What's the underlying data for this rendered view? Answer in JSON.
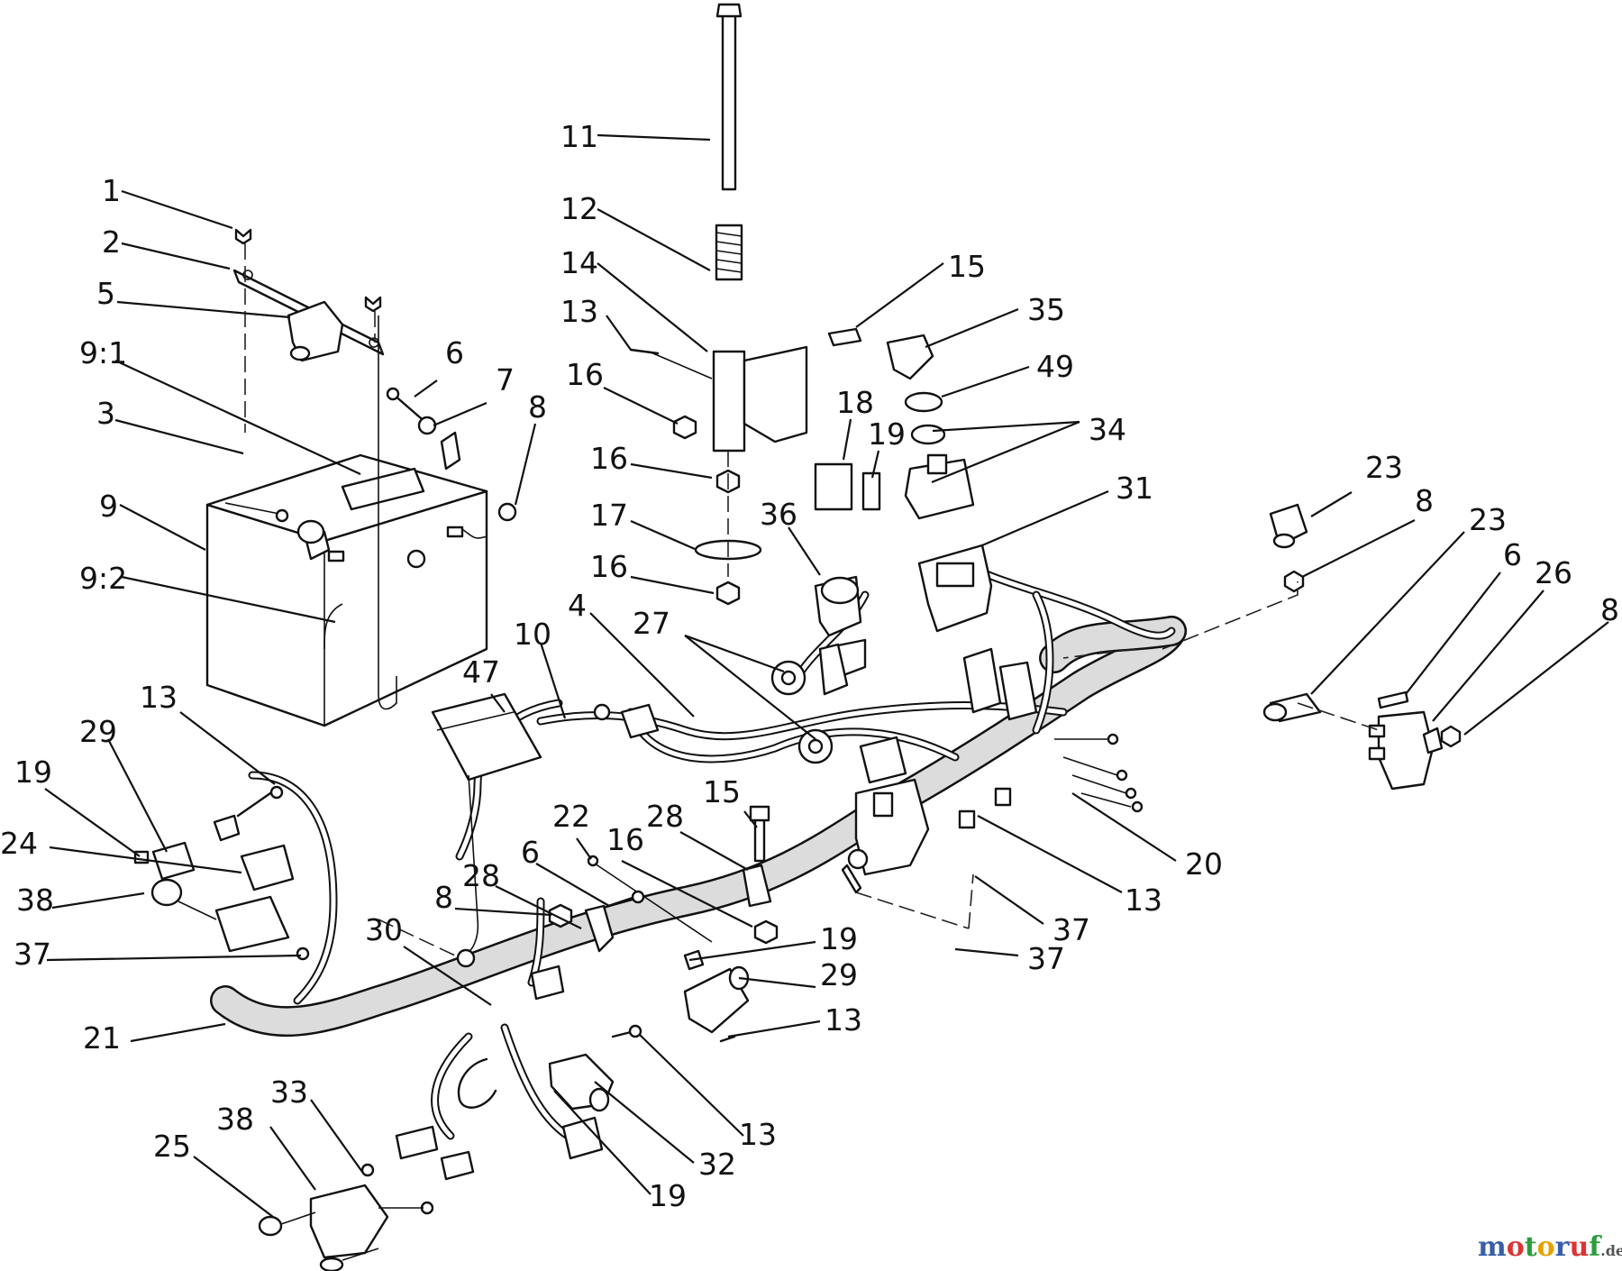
{
  "labels": [
    {
      "text": "1"
    },
    {
      "text": "2"
    },
    {
      "text": "5"
    },
    {
      "text": "9:1"
    },
    {
      "text": "3"
    },
    {
      "text": "9"
    },
    {
      "text": "9:2"
    },
    {
      "text": "6"
    },
    {
      "text": "7"
    },
    {
      "text": "8"
    },
    {
      "text": "11"
    },
    {
      "text": "12"
    },
    {
      "text": "14"
    },
    {
      "text": "13"
    },
    {
      "text": "16"
    },
    {
      "text": "16"
    },
    {
      "text": "17"
    },
    {
      "text": "16"
    },
    {
      "text": "15"
    },
    {
      "text": "35"
    },
    {
      "text": "49"
    },
    {
      "text": "34"
    },
    {
      "text": "18"
    },
    {
      "text": "19"
    },
    {
      "text": "36"
    },
    {
      "text": "31"
    },
    {
      "text": "23"
    },
    {
      "text": "8"
    },
    {
      "text": "23"
    },
    {
      "text": "6"
    },
    {
      "text": "26"
    },
    {
      "text": "8"
    },
    {
      "text": "10"
    },
    {
      "text": "4"
    },
    {
      "text": "27"
    },
    {
      "text": "47"
    },
    {
      "text": "13"
    },
    {
      "text": "29"
    },
    {
      "text": "19"
    },
    {
      "text": "24"
    },
    {
      "text": "38"
    },
    {
      "text": "37"
    },
    {
      "text": "21"
    },
    {
      "text": "22"
    },
    {
      "text": "6"
    },
    {
      "text": "16"
    },
    {
      "text": "28"
    },
    {
      "text": "15"
    },
    {
      "text": "28"
    },
    {
      "text": "8"
    },
    {
      "text": "30"
    },
    {
      "text": "19"
    },
    {
      "text": "29"
    },
    {
      "text": "13"
    },
    {
      "text": "13"
    },
    {
      "text": "32"
    },
    {
      "text": "19"
    },
    {
      "text": "37"
    },
    {
      "text": "33"
    },
    {
      "text": "38"
    },
    {
      "text": "25"
    },
    {
      "text": "20"
    },
    {
      "text": "13"
    },
    {
      "text": "37"
    }
  ],
  "watermark": {
    "brand": "motoruf",
    "tld": ".de"
  }
}
